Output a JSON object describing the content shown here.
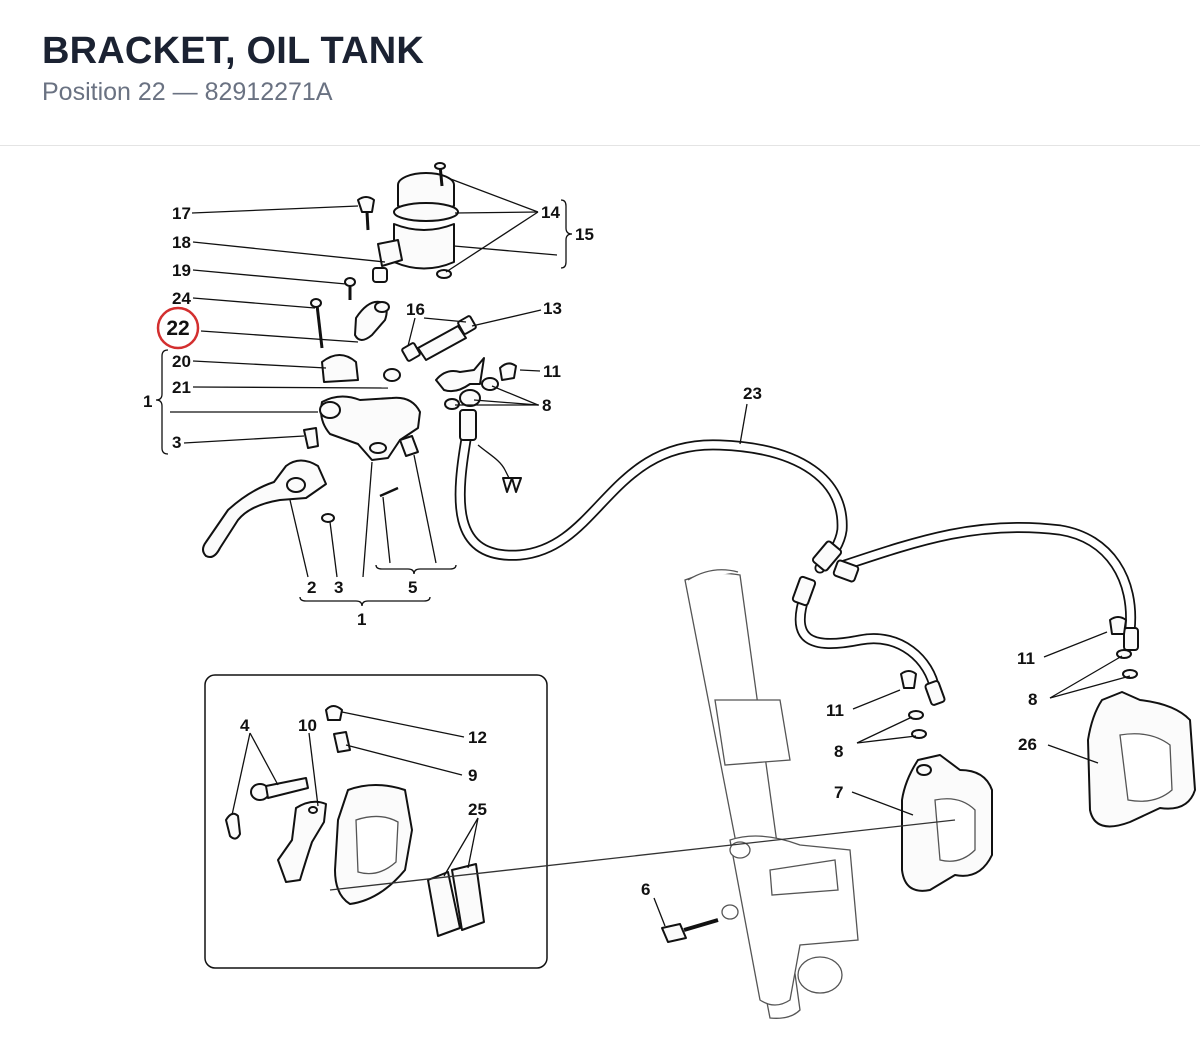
{
  "header": {
    "title": "BRACKET, OIL TANK",
    "subtitle": "Position 22 — 82912271A"
  },
  "highlight": {
    "position": "22",
    "color": "#d32f2f"
  },
  "callouts": {
    "c1_bracket": "1",
    "c1_bottom": "1",
    "c2": "2",
    "c3_left": "3",
    "c3_bottom": "3",
    "c4": "4",
    "c5": "5",
    "c6": "6",
    "c7": "7",
    "c8_upper": "8",
    "c8_mid": "8",
    "c8_right": "8",
    "c9": "9",
    "c10": "10",
    "c11_upper": "11",
    "c11_mid": "11",
    "c11_right": "11",
    "c12": "12",
    "c13": "13",
    "c14": "14",
    "c15": "15",
    "c16": "16",
    "c17": "17",
    "c18": "18",
    "c19": "19",
    "c20": "20",
    "c21": "21",
    "c22": "22",
    "c23": "23",
    "c24": "24",
    "c25": "25",
    "c26": "26"
  }
}
